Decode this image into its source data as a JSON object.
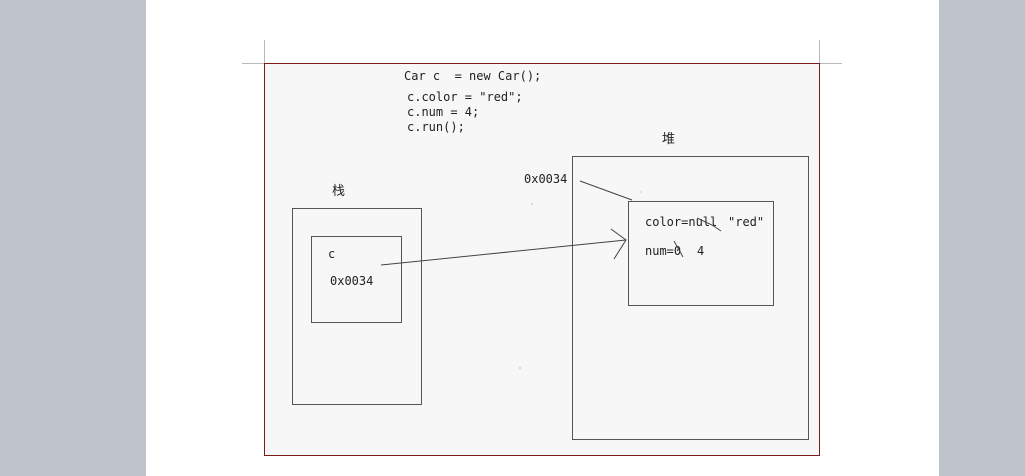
{
  "code": {
    "line1": "Car c  = new Car();",
    "line2": "c.color = \"red\";",
    "line3": "c.num = 4;",
    "line4": "c.run();"
  },
  "stack": {
    "title": "栈",
    "var_name": "c",
    "var_value": "0x0034"
  },
  "heap": {
    "title": "堆",
    "address": "0x0034",
    "color_field": "color=null",
    "color_new_value": "\"red\"",
    "num_field": "num=0",
    "num_new_value": "4"
  },
  "colors": {
    "frame_border": "#7a1c1c",
    "canvas_bg": "#f7f7f7",
    "desktop_bg": "#bfc3cc"
  }
}
